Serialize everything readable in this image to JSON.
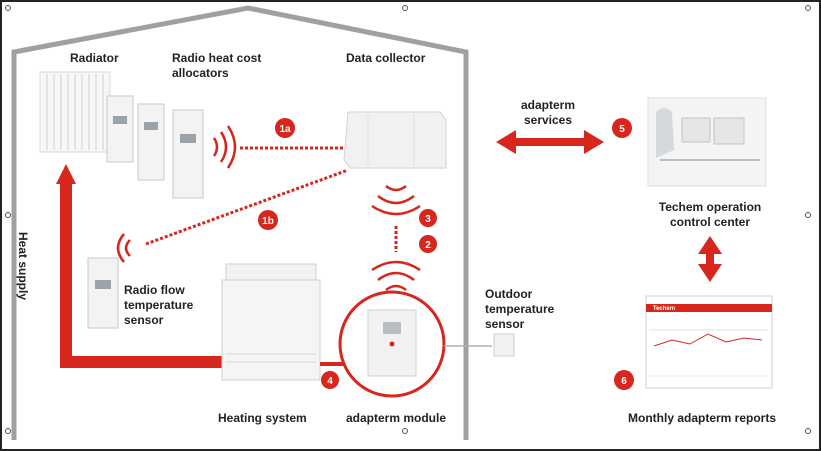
{
  "labels": {
    "radiator": "Radiator",
    "allocators_line1": "Radio heat cost",
    "allocators_line2": "allocators",
    "data_collector": "Data collector",
    "services_line1": "adapterm",
    "services_line2": "services",
    "control_line1": "Techem operation",
    "control_line2": "control center",
    "heat_supply": "Heat supply",
    "flow_line1": "Radio flow",
    "flow_line2": "temperature",
    "flow_line3": "sensor",
    "outdoor_line1": "Outdoor",
    "outdoor_line2": "temperature",
    "outdoor_line3": "sensor",
    "heating_system": "Heating system",
    "module": "adapterm module",
    "reports": "Monthly adapterm reports",
    "report_brand": "Techem"
  },
  "badges": {
    "b1a": "1a",
    "b1b": "1b",
    "b2": "2",
    "b3": "3",
    "b4": "4",
    "b5": "5",
    "b6": "6"
  },
  "colors": {
    "accent": "#d7261c",
    "house_line": "#9a9a9a",
    "device": "#f2f2f2"
  }
}
